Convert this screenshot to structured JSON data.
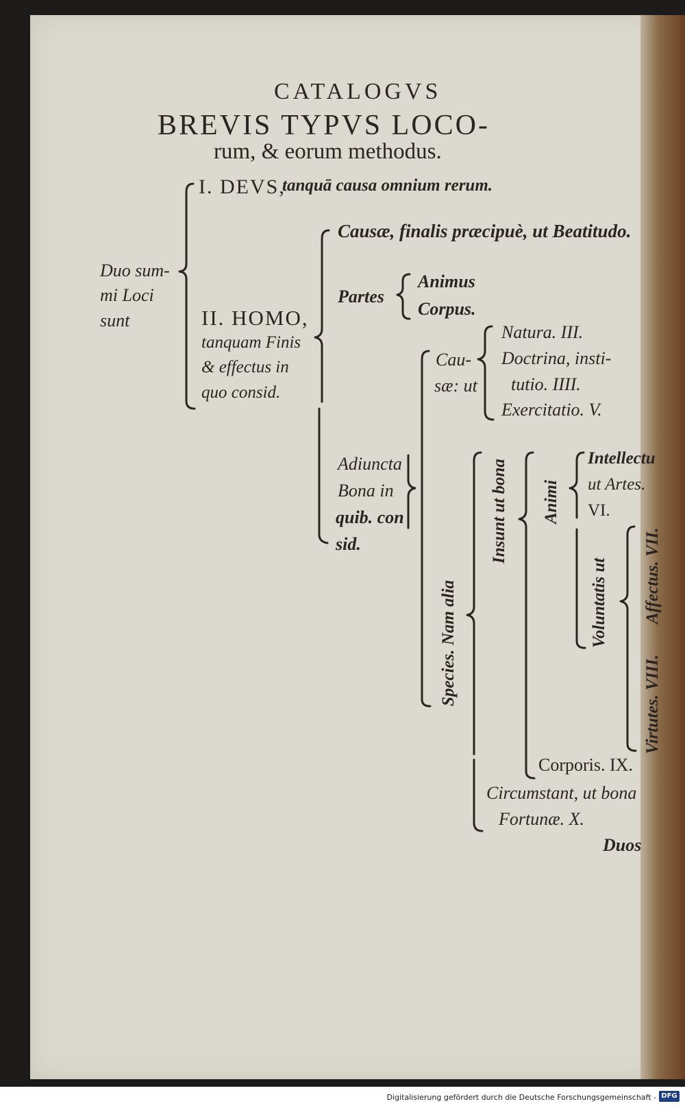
{
  "header": {
    "running_title": "CATALOGVS",
    "heading_line1": "BREVIS TYPVS LOCO-",
    "heading_line2": "rum, & eorum methodus."
  },
  "diagram": {
    "root": [
      "Duo sum-",
      "mi Loci",
      "sunt"
    ],
    "deus": {
      "numeral": "I. DEVS,",
      "desc": "tanquā causa omnium rerum."
    },
    "homo": {
      "numeral": "II. HOMO,",
      "desc": [
        "tanquam Finis",
        "& effectus in",
        "quo consid."
      ]
    },
    "causae": "Causæ, finalis præcipuè, ut Beatitudo.",
    "partes": {
      "label": "Partes",
      "items": [
        "Animus",
        "Corpus."
      ]
    },
    "adiuncta": [
      "Adiuncta",
      "Bona in",
      "quib. con",
      "sid."
    ],
    "causae_ut": {
      "label": [
        "Cau-",
        "sæ: ut"
      ],
      "items": [
        "Natura. III.",
        "Doctrina, insti-",
        "tutio. IIII.",
        "Exercitatio. V."
      ]
    },
    "species": "Species. Nam alia",
    "insunt": "Insunt ut bona",
    "animi": "Animi",
    "intellectus": [
      "Intellectu",
      "ut Artes.",
      "VI."
    ],
    "voluntatis": "Voluntatis ut",
    "affectus": "Affectus. VII.",
    "virtutes": "Virtutes. VIII.",
    "corporis": "Corporis. IX.",
    "circumstant": [
      "Circumstant, ut bona",
      "Fortunæ. X."
    ]
  },
  "catchword": "Duos",
  "footer": {
    "text": "Digitalisierung gefördert durch die Deutsche Forschungsgemeinschaft -",
    "logo": "DFG"
  }
}
